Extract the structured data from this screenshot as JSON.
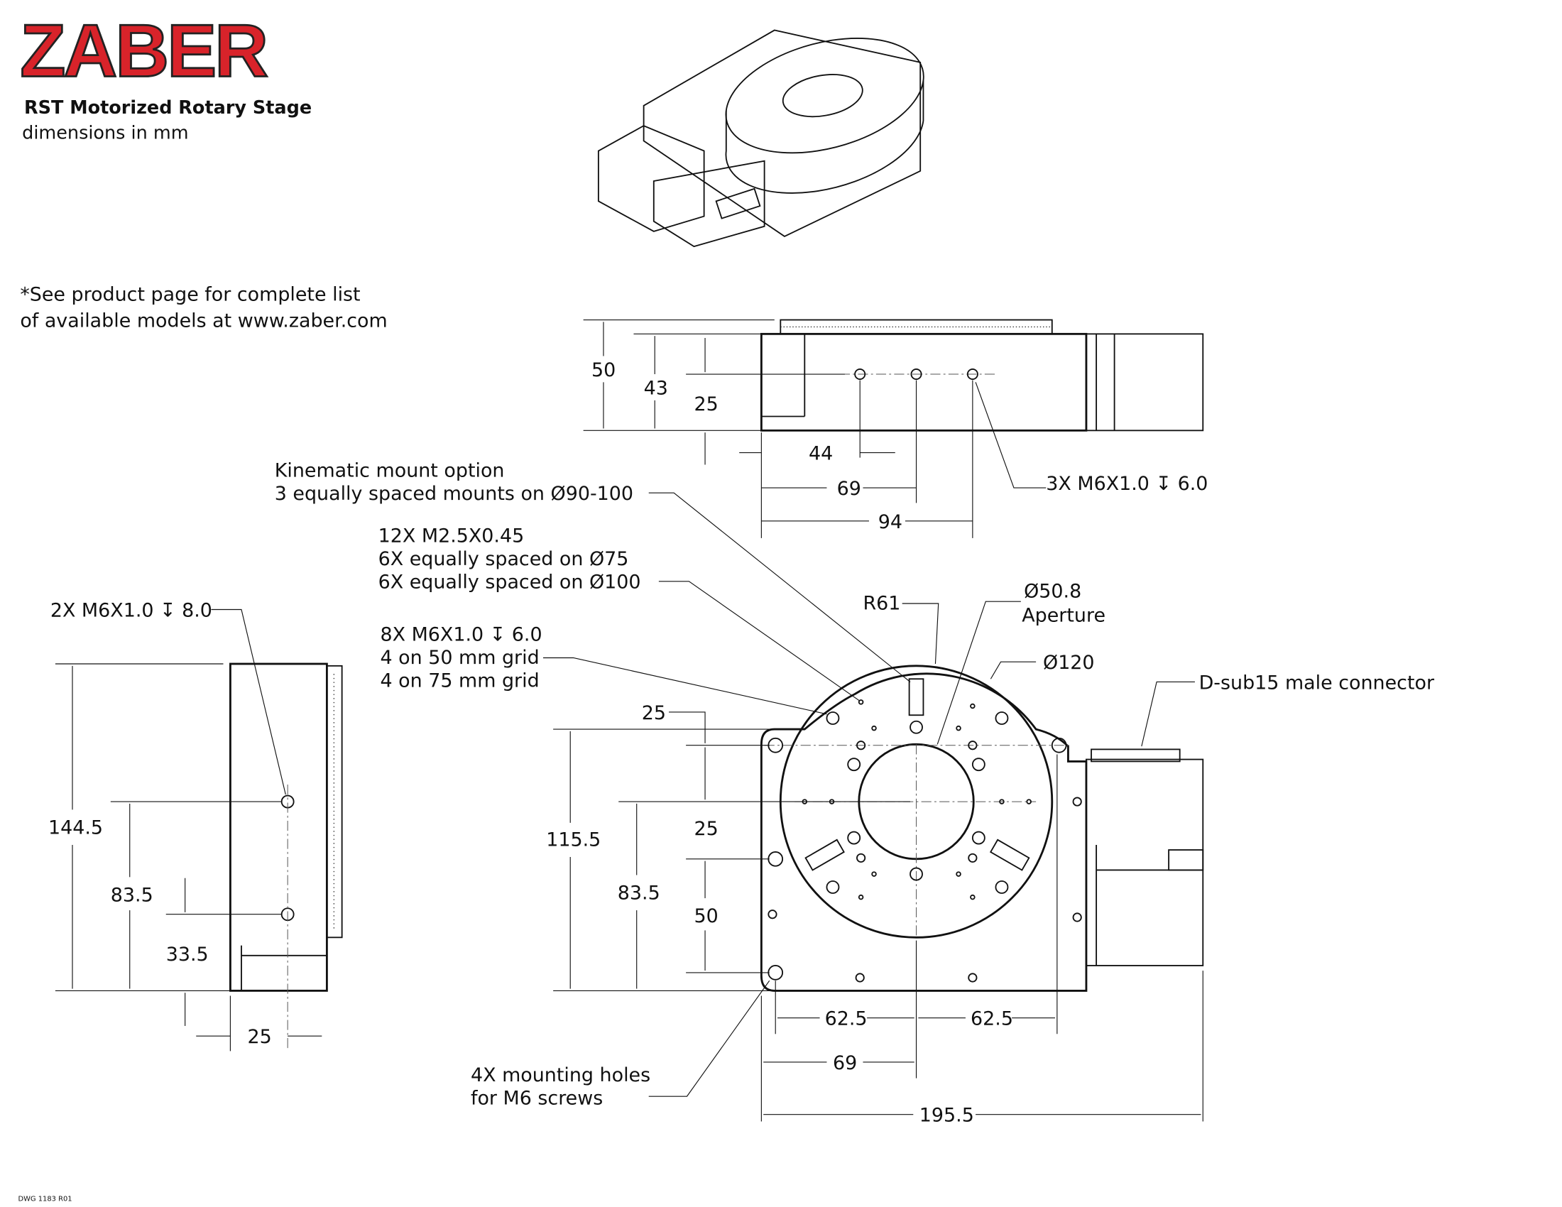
{
  "header": {
    "logo": "ZABER",
    "title": "RST Motorized Rotary Stage",
    "subtitle": "dimensions in mm",
    "note_line1": "*See product page for complete list",
    "note_line2": "of available models at www.zaber.com",
    "brand_color": "#d8232a"
  },
  "side_view": {
    "dims": {
      "h50": "50",
      "h43": "43",
      "h25": "25",
      "d44": "44",
      "d69": "69",
      "d94": "94"
    },
    "hole_callout": "3X M6X1.0 ↧ 6.0"
  },
  "end_view": {
    "callout": "2X M6X1.0 ↧ 8.0",
    "dims": {
      "h144": "144.5",
      "h83": "83.5",
      "h33": "33.5",
      "w25": "25"
    }
  },
  "top_view": {
    "kinematic_line1": "Kinematic mount option",
    "kinematic_line2": "3 equally spaced mounts on Ø90-100",
    "m25_line1": "12X M2.5X0.45",
    "m25_line2": "6X equally spaced on Ø75",
    "m25_line3": "6X equally spaced on Ø100",
    "m6_line1": "8X M6X1.0 ↧ 6.0",
    "m6_line2": "4 on 50 mm grid",
    "m6_line3": "4 on 75 mm grid",
    "r61": "R61",
    "aperture_dia": "Ø50.8",
    "aperture_label": "Aperture",
    "dia120": "Ø120",
    "dsub": "D-sub15 male connector",
    "mount_line1": "4X mounting holes",
    "mount_line2": "for M6 screws",
    "dims": {
      "v25a": "25",
      "v115": "115.5",
      "v25b": "25",
      "v83": "83.5",
      "v50": "50",
      "h62a": "62.5",
      "h62b": "62.5",
      "h69": "69",
      "h195": "195.5"
    }
  },
  "footer": {
    "drawing_number": "DWG 1183 R01"
  }
}
